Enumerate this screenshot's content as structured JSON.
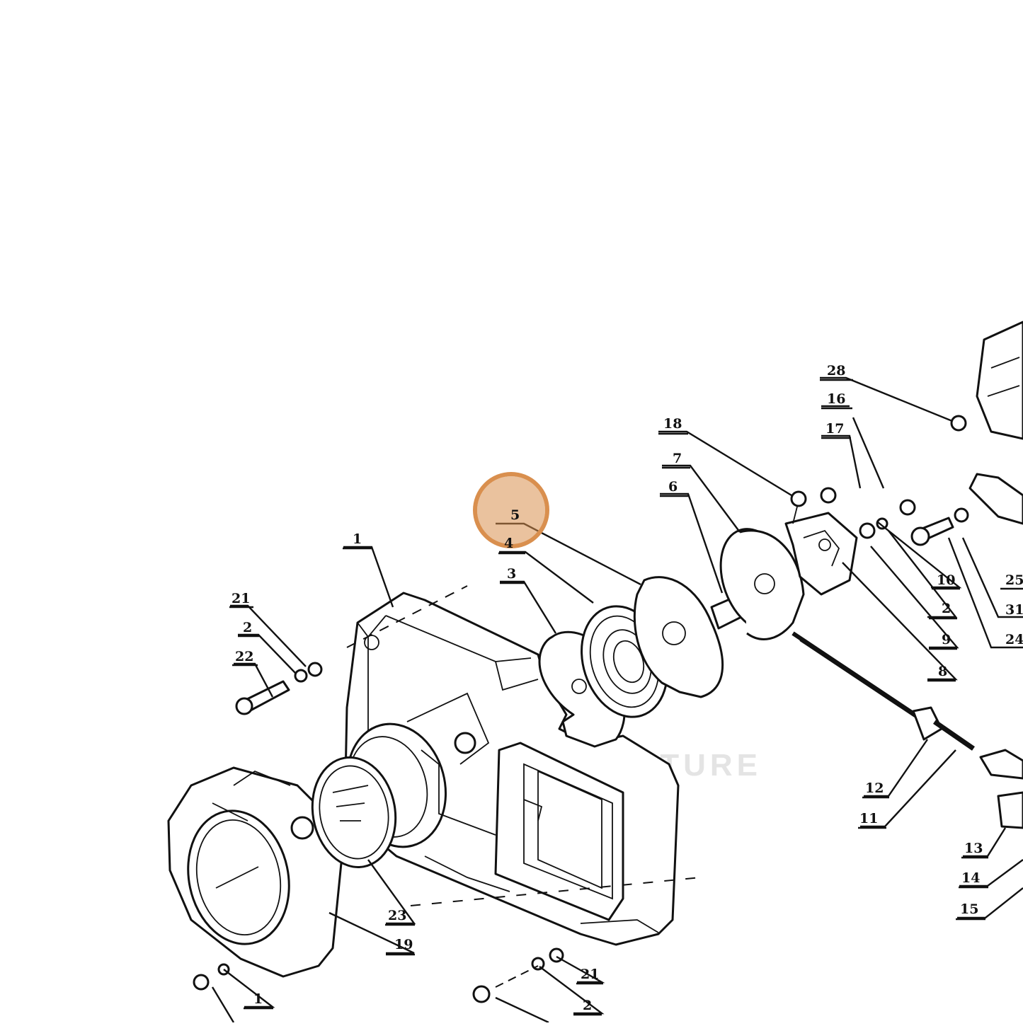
{
  "watermark": "LEADVENTURE",
  "highlight_color": "#d98f4e",
  "callouts": {
    "c28": "28",
    "c16": "16",
    "c17": "17",
    "c18": "18",
    "c7": "7",
    "c6": "6",
    "c5": "5",
    "c4": "4",
    "c3": "3",
    "c1": "1",
    "c21a": "21",
    "c2a": "2",
    "c22": "22",
    "c10": "10",
    "c2b": "2",
    "c9": "9",
    "c8": "8",
    "c25": "25",
    "c31": "31",
    "c24": "24",
    "c12": "12",
    "c11": "11",
    "c13": "13",
    "c14": "14",
    "c15": "15",
    "c23": "23",
    "c19": "19",
    "c1b": "1",
    "c21b": "21",
    "c2c": "2"
  }
}
